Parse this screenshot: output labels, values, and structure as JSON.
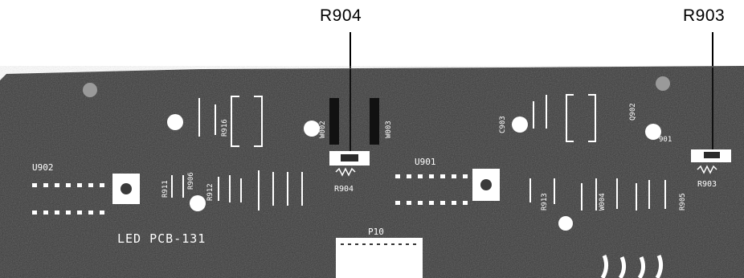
{
  "callouts": {
    "r904": "R904",
    "r903": "R903"
  },
  "board": {
    "title": "LED PCB-131",
    "labels": {
      "u902": "U902",
      "u901": "U901",
      "p10": "P10",
      "r904": "R904",
      "r903": "R903",
      "w002": "W002",
      "w003": "W003",
      "w004": "W004",
      "c903": "C903",
      "q902": "Q902",
      "r913": "R913",
      "r905": "R905",
      "r916": "R916",
      "r912": "R912",
      "r911": "R911",
      "r906": "R906",
      "r901": "901"
    }
  },
  "colors": {
    "board": "#3a3a3a",
    "silkscreen": "#ffffff",
    "ink": "#000000"
  }
}
